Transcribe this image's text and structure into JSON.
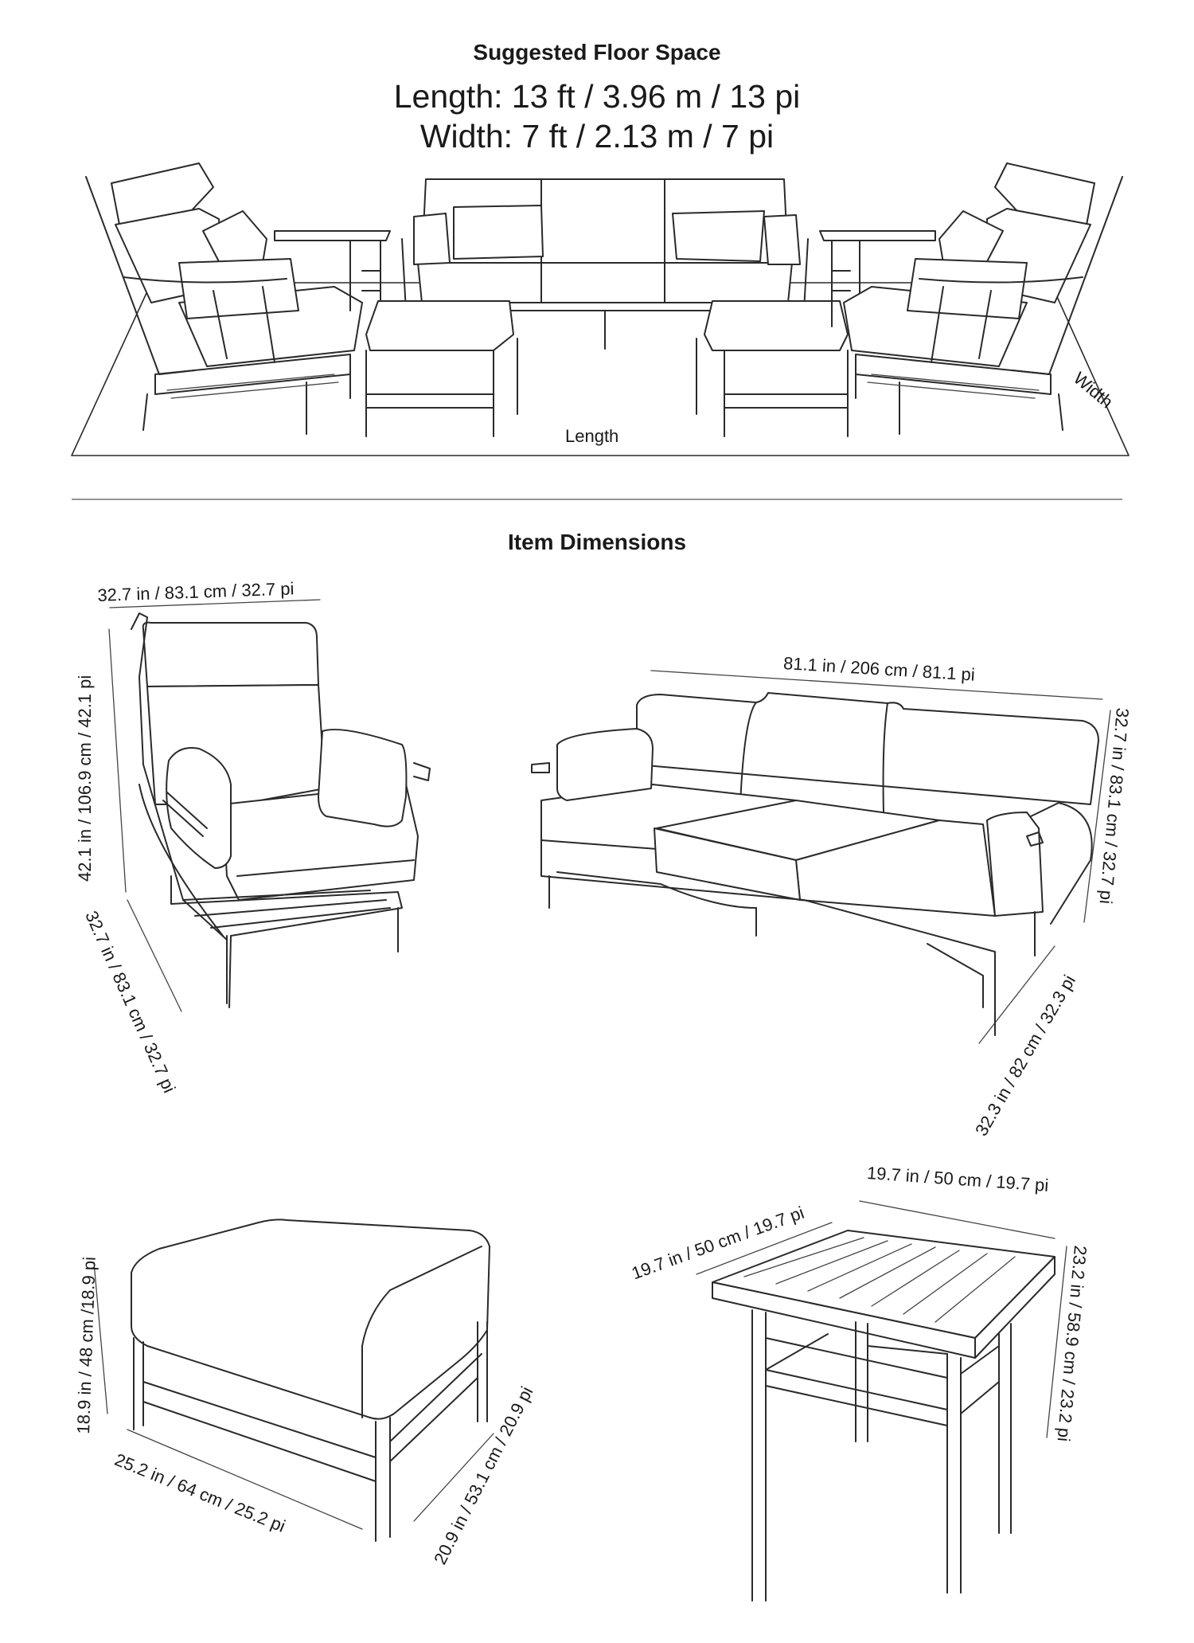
{
  "floor_space": {
    "heading": "Suggested Floor Space",
    "length": "Length: 13 ft / 3.96 m / 13 pi",
    "width": "Width: 7 ft / 2.13 m / 7 pi",
    "rug_length_label": "Length",
    "rug_width_label": "Width"
  },
  "item_dimensions": {
    "heading": "Item Dimensions",
    "chair": {
      "width": "32.7 in / 83.1 cm / 32.7 pi",
      "height": "42.1 in / 106.9 cm / 42.1 pi",
      "depth": "32.7 in / 83.1 cm / 32.7 pi"
    },
    "sofa": {
      "width": "81.1 in / 206 cm / 81.1 pi",
      "height": "32.7 in / 83.1 cm / 32.7 pi",
      "depth": "32.3 in / 82 cm / 32.3 pi"
    },
    "ottoman": {
      "height": "18.9 in / 48 cm /18.9 pi",
      "width": "25.2 in / 64 cm / 25.2 pi",
      "depth": "20.9 in / 53.1 cm / 20.9 pi"
    },
    "side_table": {
      "width": "19.7 in / 50 cm / 19.7 pi",
      "depth": "19.7 in / 50 cm / 19.7 pi",
      "height": "23.2 in / 58.9 cm / 23.2 pi"
    }
  }
}
